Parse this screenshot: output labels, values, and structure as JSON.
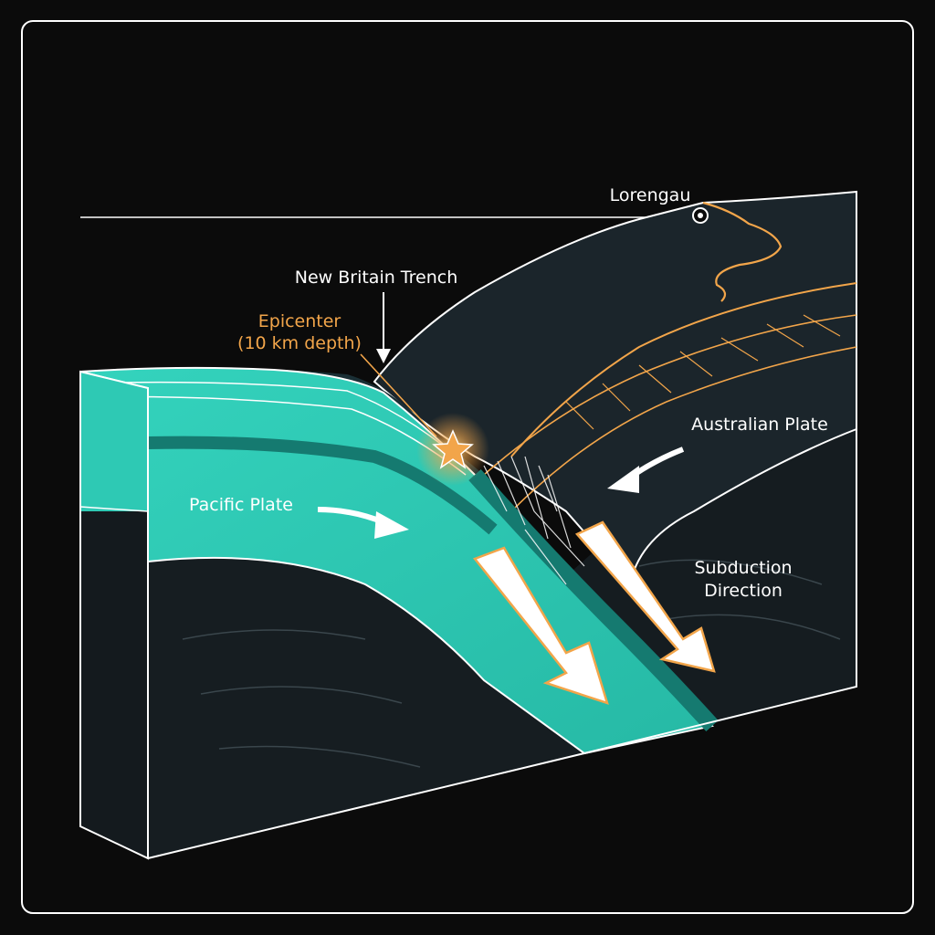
{
  "diagram": {
    "labels": {
      "lorengau": "Lorengau",
      "trench": "New Britain Trench",
      "epicenter": "Epicenter",
      "epicenter_depth": "(10 km depth)",
      "australian_plate": "Australian Plate",
      "pacific_plate": "Pacific Plate",
      "subduction_line1": "Subduction",
      "subduction_line2": "Direction"
    },
    "colors": {
      "background": "#0b0b0b",
      "pacific_plate": "#2ec9b4",
      "pacific_plate_dark": "#157a70",
      "australian_plate": "#1b252b",
      "mantle": "#161d21",
      "outline": "#ffffff",
      "accent": "#f2a54a"
    },
    "icons": {
      "epicenter": "star-icon",
      "town": "location-dot-icon"
    }
  }
}
